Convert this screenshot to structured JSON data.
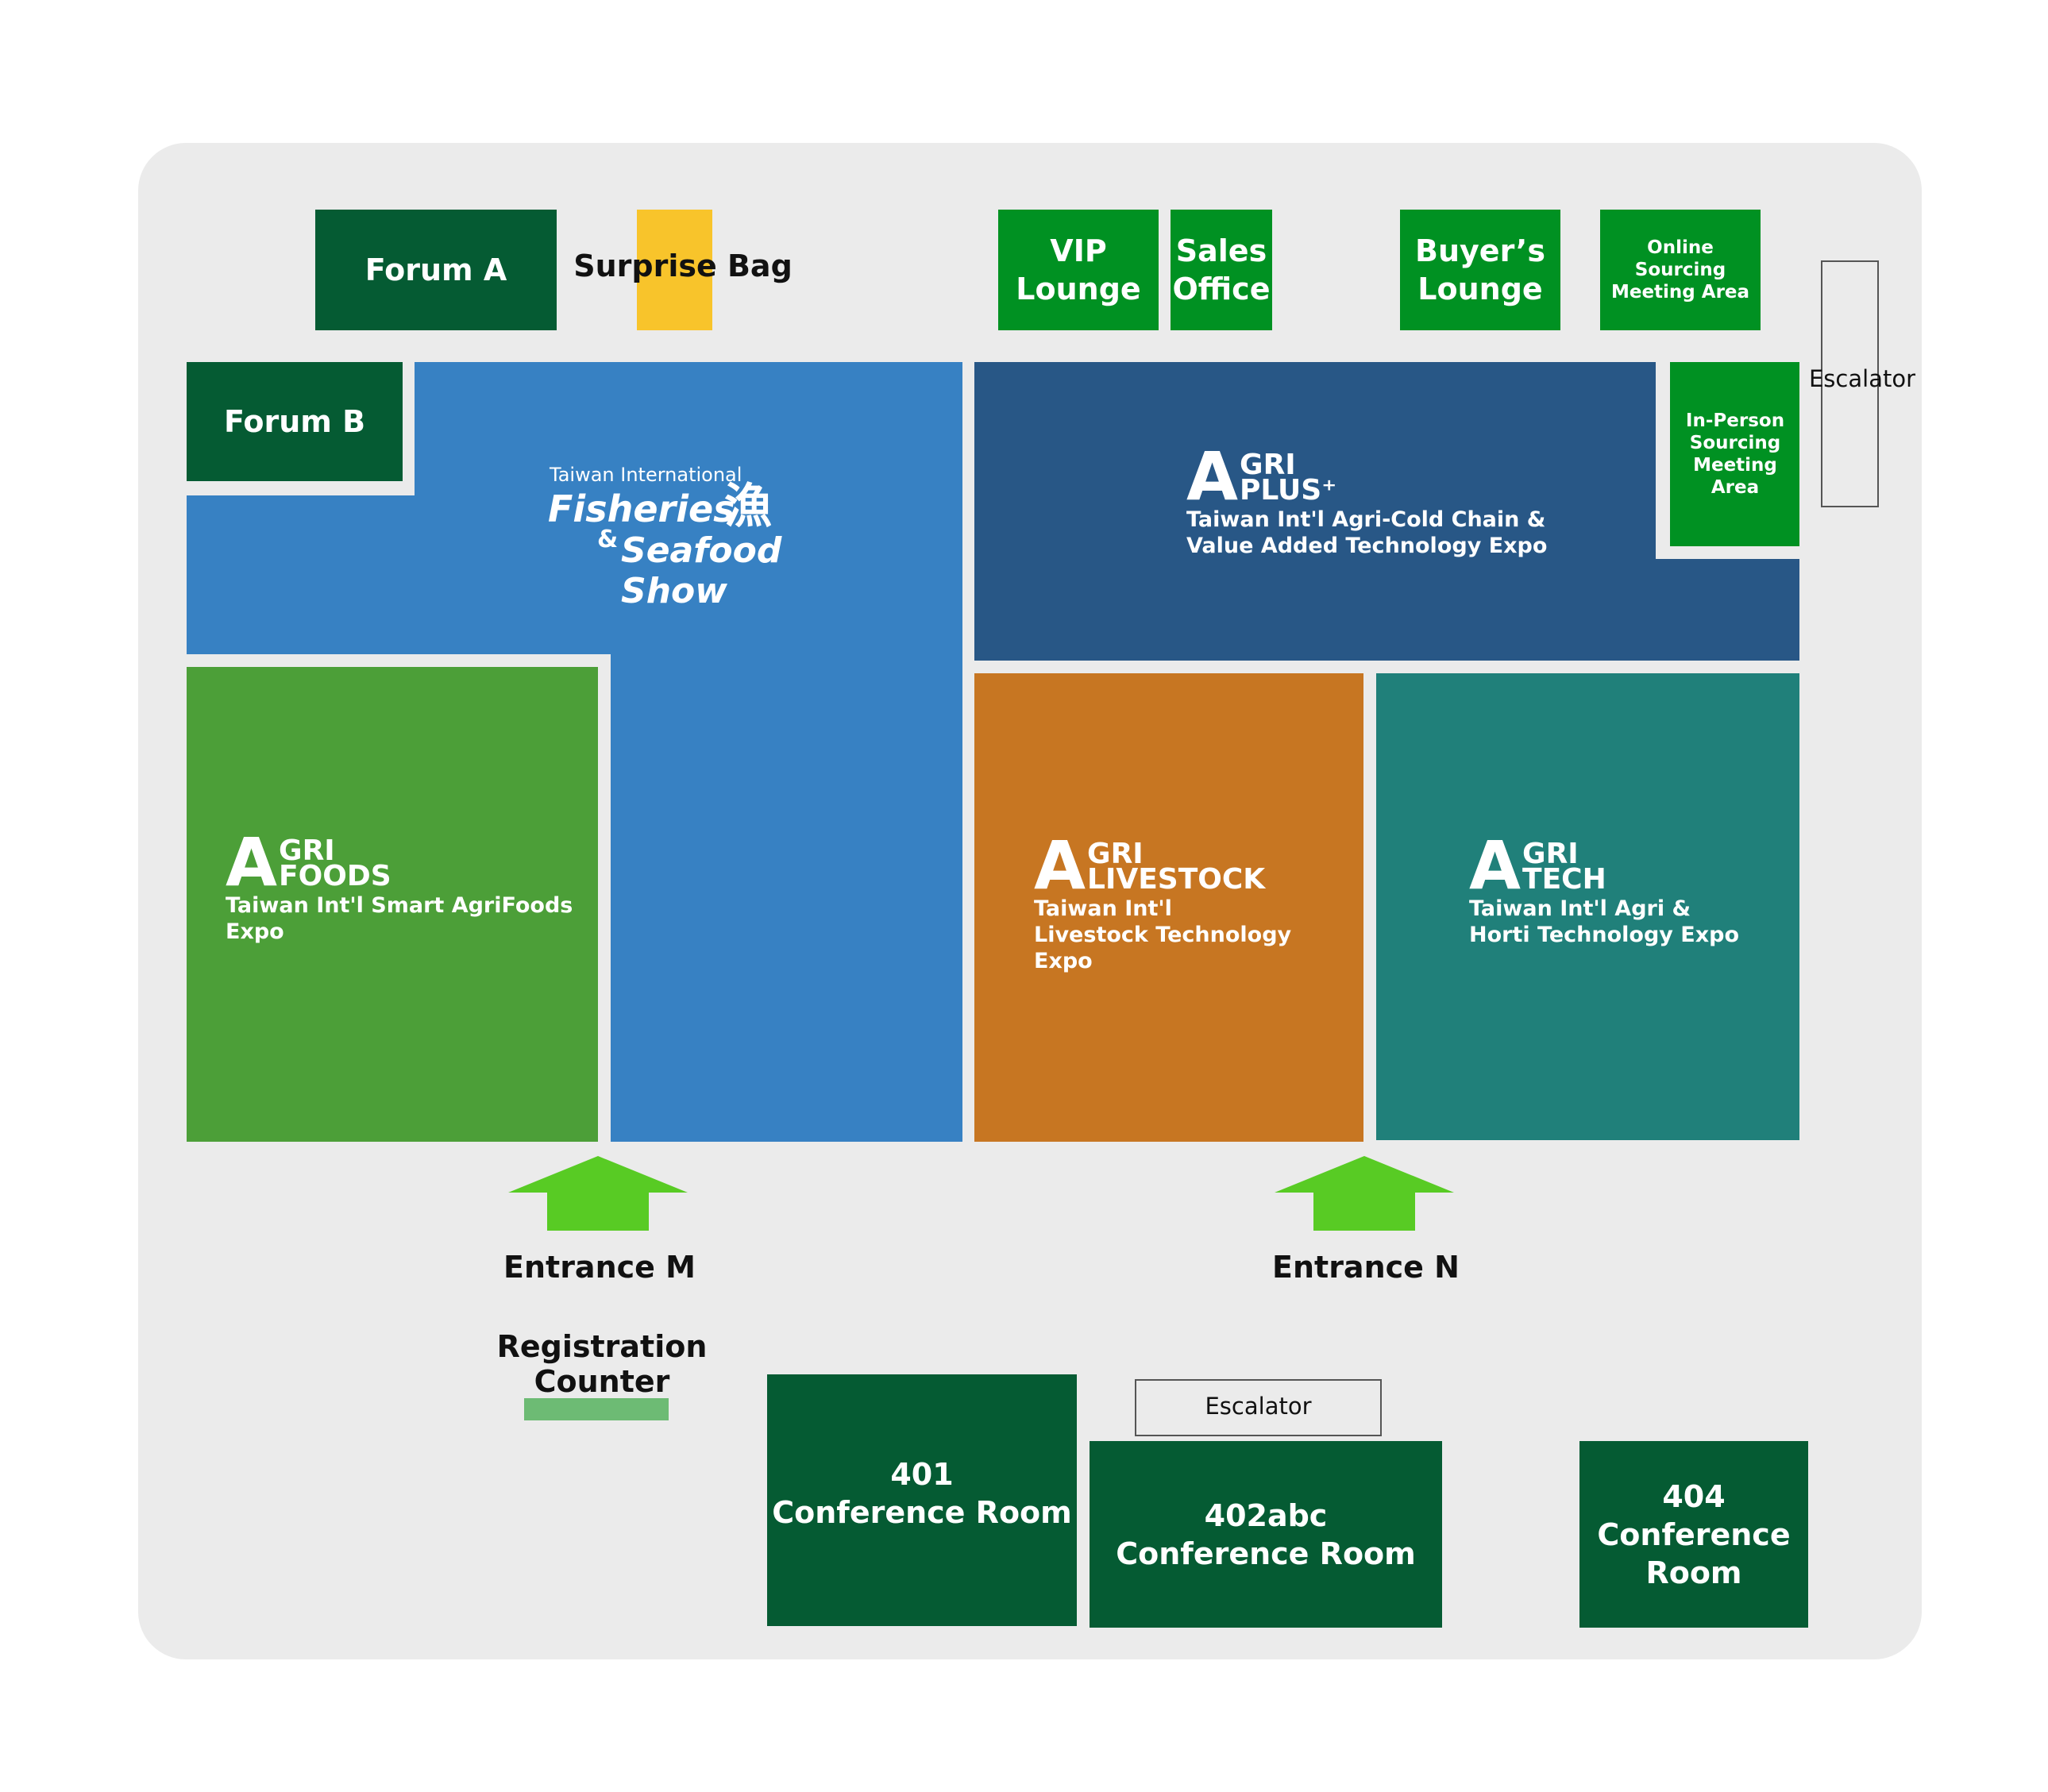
{
  "colors": {
    "floor": "#ebebeb",
    "forum": "#055b33",
    "lounge": "#009122",
    "surprise": "#f8c42b",
    "fisheries": "#3781c3",
    "agriplus": "#285786",
    "agrifoods": "#4c9f38",
    "livestock": "#c77622",
    "agritech": "#20807a",
    "entrance_arrow": "#58cb24",
    "registration": "#6dbb74"
  },
  "rooms": {
    "forum_a": "Forum A",
    "forum_b": "Forum B",
    "surprise_bag": "Surprise Bag",
    "vip_lounge": "VIP\nLounge",
    "sales_office": "Sales\nOffice",
    "buyers_lounge": "Buyer’s\nLounge",
    "online_sourcing": "Online Sourcing\nMeeting Area",
    "in_person_sourcing": "In-Person\nSourcing\nMeeting Area",
    "escalator_top": "Escalator",
    "escalator_bottom": "Escalator",
    "room_401": "401\nConference Room",
    "room_402": "402abc\nConference Room",
    "room_404": "404\nConference\nRoom",
    "registration": "Registration Counter",
    "entrance_m": "Entrance M",
    "entrance_n": "Entrance N"
  },
  "expos": {
    "fisheries": {
      "top": "Taiwan International",
      "line1": "Fisheries",
      "glyph": "漁",
      "amp": "&",
      "line2": "Seafood Show"
    },
    "agriplus": {
      "big": "A",
      "stack1": "GRI",
      "stack2": "PLUS⁺",
      "desc": "Taiwan Int'l Agri-Cold Chain &\nValue Added Technology Expo"
    },
    "agrifoods": {
      "big": "A",
      "stack1": "GRI",
      "stack2": "FOODS",
      "desc": "Taiwan Int'l Smart AgriFoods Expo"
    },
    "livestock": {
      "big": "A",
      "stack1": "GRI",
      "stack2": "LIVESTOCK",
      "desc": "Taiwan Int'l\nLivestock Technology Expo"
    },
    "agritech": {
      "big": "A",
      "stack1": "GRI",
      "stack2": "TECH",
      "desc": "Taiwan Int'l Agri &\nHorti Technology Expo"
    }
  }
}
